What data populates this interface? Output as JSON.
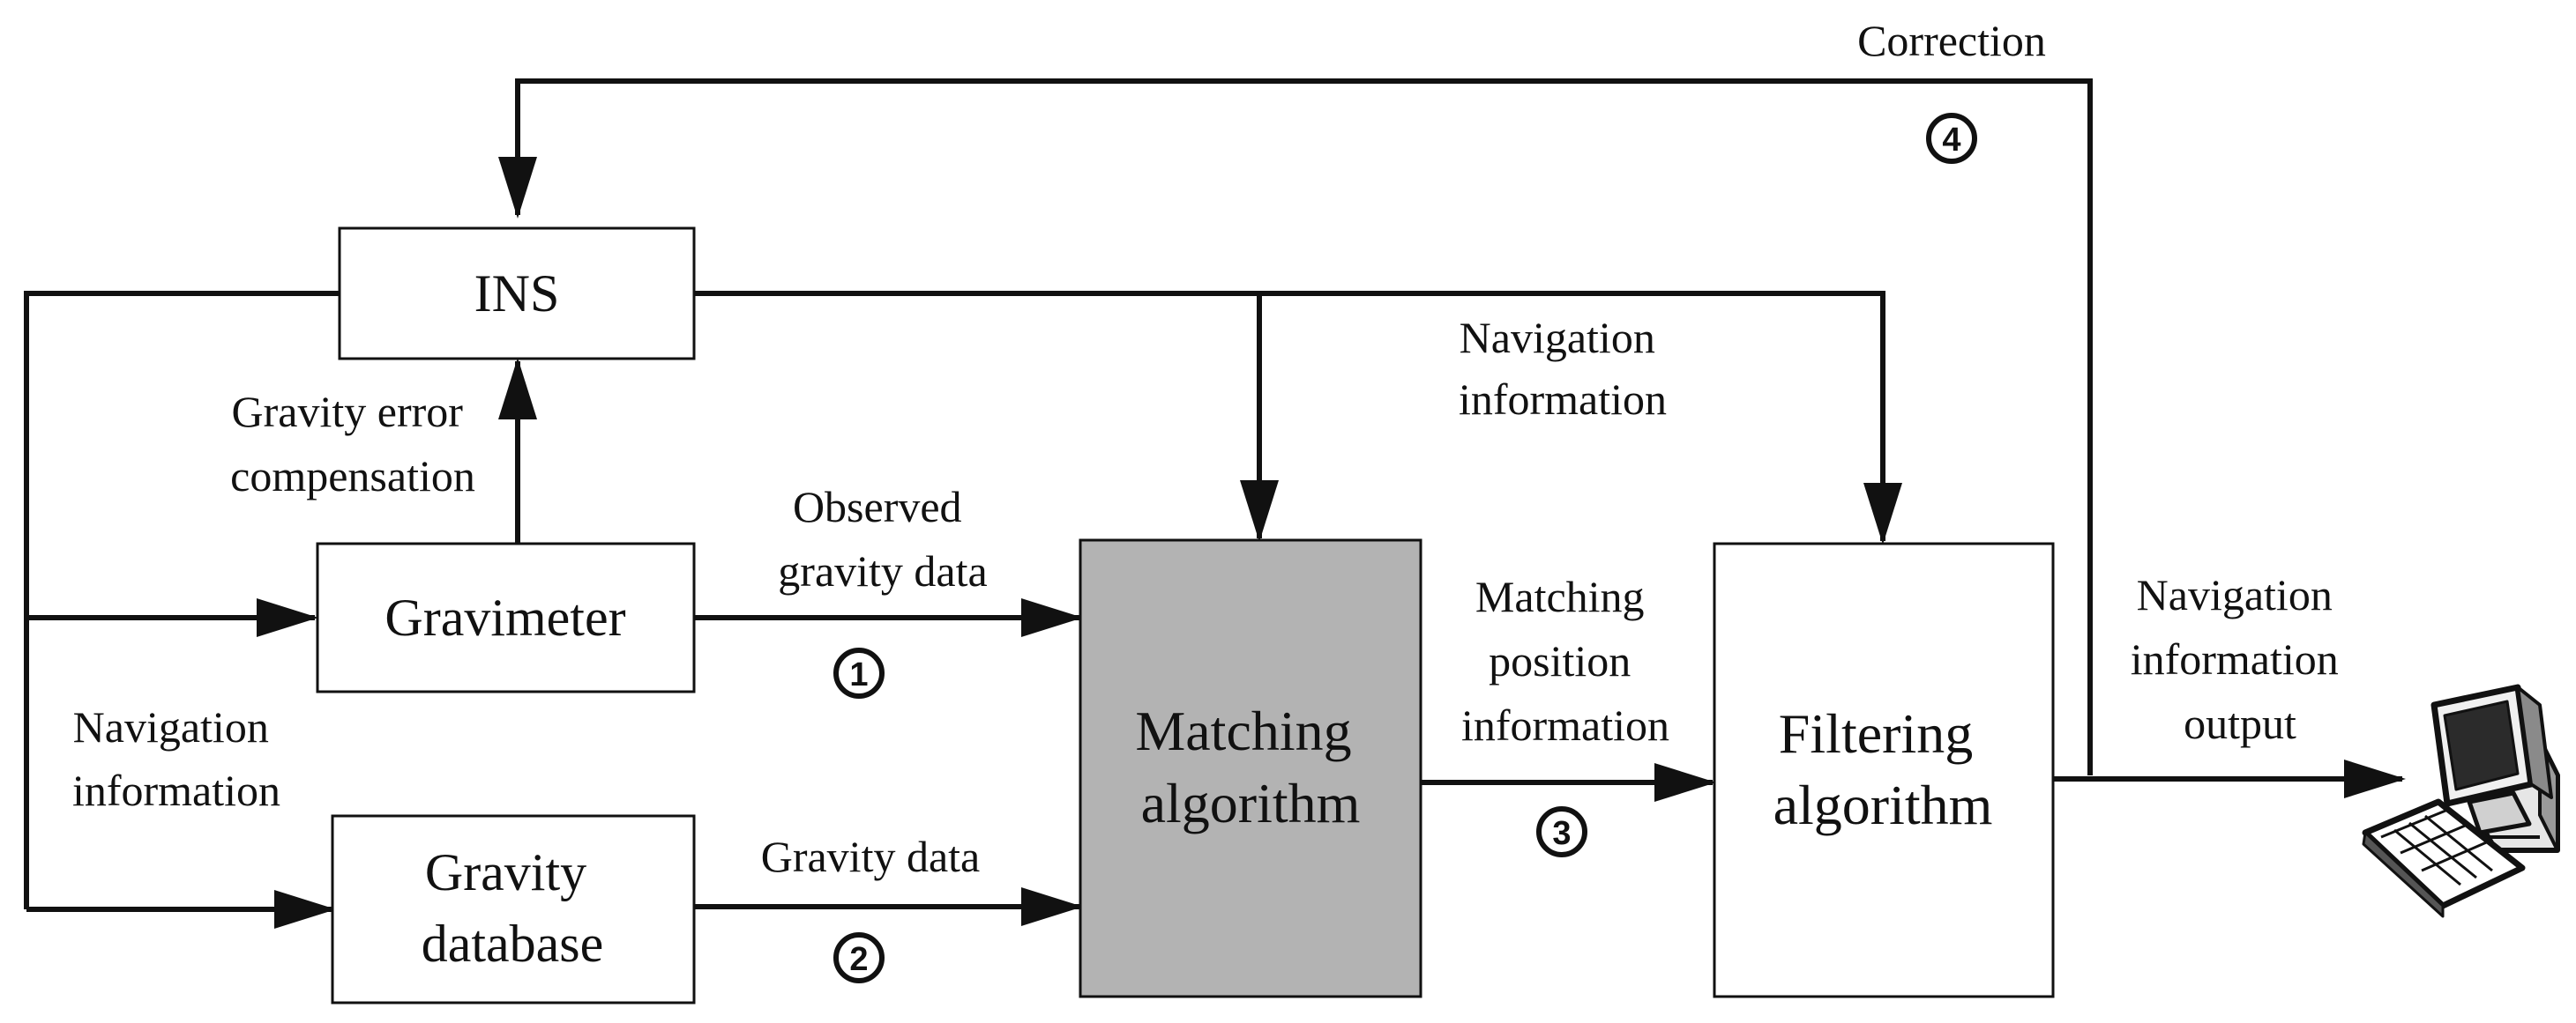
{
  "boxes": {
    "ins": [
      "INS"
    ],
    "gravimeter": [
      "Gravimeter"
    ],
    "gravity_database": [
      "Gravity",
      "database"
    ],
    "matching_algorithm": [
      "Matching",
      "algorithm"
    ],
    "filtering_algorithm": [
      "Filtering",
      "algorithm"
    ]
  },
  "labels": {
    "correction": [
      "Correction"
    ],
    "gravity_error_compensation": [
      "Gravity error",
      "compensation"
    ],
    "observed_gravity_data": [
      "Observed",
      "gravity data"
    ],
    "gravity_data": [
      "Gravity data"
    ],
    "navigation_information_top": [
      "Navigation",
      "information"
    ],
    "navigation_information_left": [
      "Navigation",
      "information"
    ],
    "matching_position_information": [
      "Matching",
      "position",
      "information"
    ],
    "navigation_information_output": [
      "Navigation",
      "information",
      "output"
    ]
  },
  "markers": {
    "step1": "1",
    "step2": "2",
    "step3": "3",
    "step4": "4"
  },
  "colors": {
    "line": "#111111",
    "box_fill": "#ffffff",
    "matching_fill": "#b3b3b3"
  },
  "icons": {
    "output_device": "computer-icon"
  }
}
